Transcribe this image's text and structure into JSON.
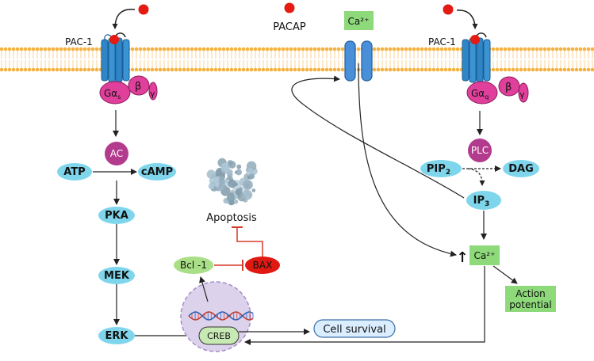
{
  "membrane": {
    "receptor_left_label": "PAC-1",
    "receptor_right_label": "PAC-1",
    "ligand_label": "PACAP",
    "channel_ion_label": "Ca²⁺"
  },
  "left_pathway": {
    "g_alpha": "Gα",
    "g_alpha_sub": "s",
    "g_beta": "β",
    "g_gamma": "γ",
    "ac": "AC",
    "atp": "ATP",
    "camp": "cAMP",
    "pka": "PKA",
    "mek": "MEK",
    "erk": "ERK"
  },
  "right_pathway": {
    "g_alpha": "Gα",
    "g_alpha_sub": "q",
    "g_beta": "β",
    "g_gamma": "γ",
    "plc": "PLC",
    "pip2": "PIP",
    "pip2_sub": "2",
    "dag": "DAG",
    "ip3": "IP",
    "ip3_sub": "3",
    "ca_up_arrow": "↑",
    "ca_label": "Ca²⁺",
    "action_potential_line1": "Action",
    "action_potential_line2": "potential"
  },
  "nucleus": {
    "creb": "CREB",
    "bcl1": "Bcl -1",
    "bax": "BAX",
    "apoptosis": "Apoptosis",
    "cell_survival": "Cell survival"
  },
  "colors": {
    "membrane": "#f5b23f",
    "receptor": "#2e86c8",
    "g_protein": "#e0409b",
    "molecule": "#7fd6ec",
    "enzyme": "#b23b8e",
    "ion_box": "#8ed97a",
    "bax": "#e01a12",
    "bcl": "#a9df86",
    "nucleus": "#ddd2ec",
    "inhibit": "#d63a2a",
    "ligand": "#e31b13"
  }
}
